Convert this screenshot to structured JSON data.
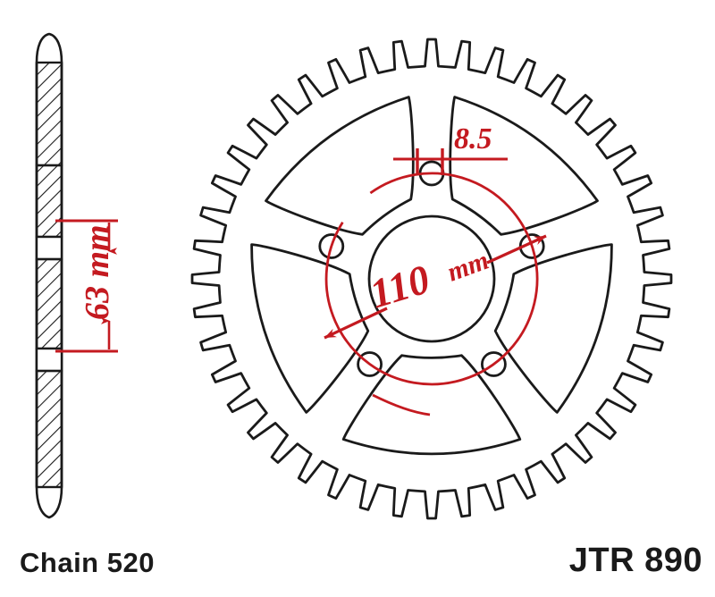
{
  "drawing": {
    "type": "technical-engineering-drawing",
    "subject": "motorcycle rear sprocket",
    "views": [
      "side-section-view",
      "front-face-view"
    ]
  },
  "labels": {
    "chain": "Chain 520",
    "part_number": "JTR 890"
  },
  "dimensions": {
    "thickness": {
      "text": "63 mm",
      "value": 63,
      "unit": "mm",
      "orientation": "vertical",
      "view": "side-section-view"
    },
    "bolt_circle": {
      "text": "110",
      "unit_text": "mm",
      "value": 110,
      "unit": "mm",
      "orientation": "diagonal",
      "view": "front-face-view"
    },
    "bolt_hole": {
      "text": "8.5",
      "value": 8.5,
      "unit": "mm",
      "orientation": "horizontal",
      "view": "front-face-view"
    }
  },
  "geometry": {
    "teeth_count": 44,
    "bolt_hole_count": 5,
    "spoke_cutout_count": 5,
    "hub_bore": "central circular bore"
  },
  "colors": {
    "outline": "#1a1a1a",
    "dimension_red": "#c41a20",
    "background": "#ffffff"
  }
}
